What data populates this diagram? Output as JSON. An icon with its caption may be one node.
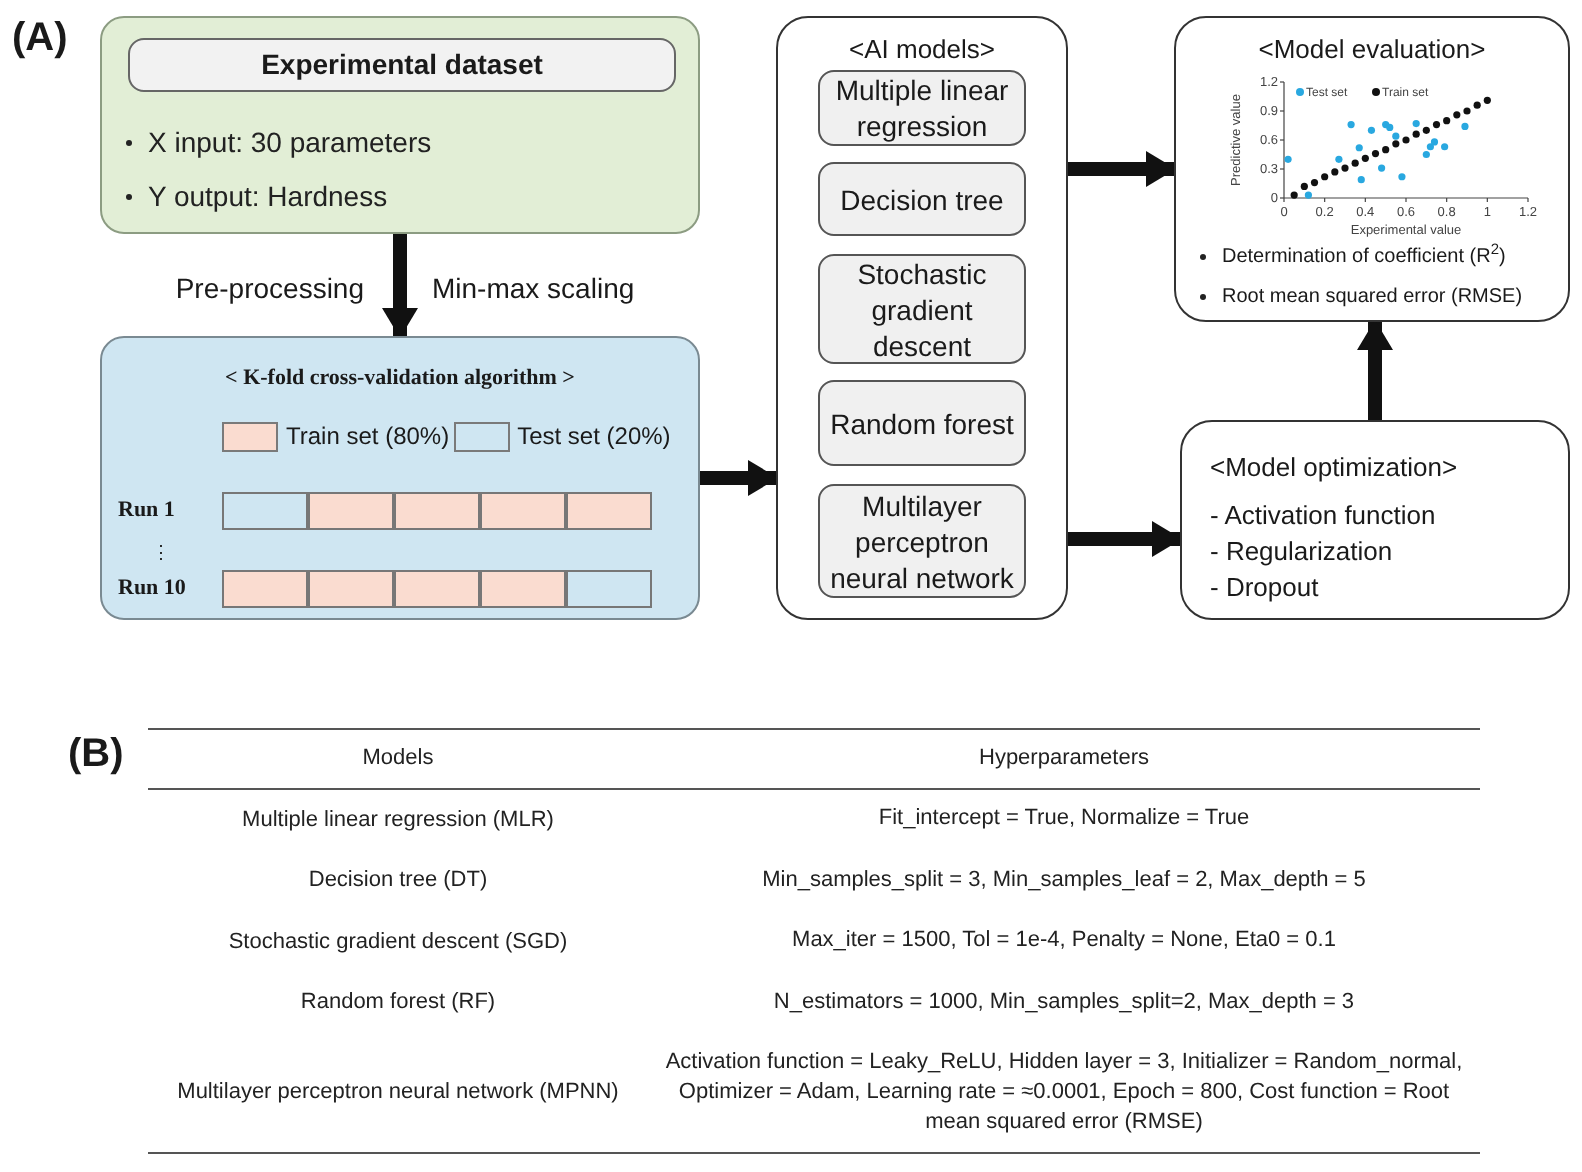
{
  "diagram": {
    "nodes": [
      {
        "text": [
          "X input: 30 parameters",
          "Y output: Hardness"
        ]
      },
      {
        "text": [
          "Experimental dataset"
        ],
        "in": 0
      },
      {
        "text": [
          "< K-fold cross-validation algorithm >"
        ]
      },
      {
        "text": [
          "<AI models>"
        ]
      },
      {
        "text": [
          "Multiple linear regression"
        ],
        "in": 3
      },
      {
        "text": [
          "Decision tree"
        ],
        "in": 3
      },
      {
        "text": [
          "Stochastic gradient descent"
        ],
        "in": 3
      },
      {
        "text": [
          "Random forest"
        ],
        "in": 3
      },
      {
        "text": [
          "Multilayer perceptron neural network"
        ],
        "in": 3
      },
      {
        "text": [
          "<Model evaluation>",
          "Determination of coefficient (R$^{2}$)",
          "Root mean squared error (RMSE)"
        ]
      },
      {
        "text": [
          "<Model optimization>",
          "- Activation function",
          "- Regularization",
          "- Dropout"
        ]
      }
    ],
    "edges": [
      {
        "from": 0,
        "to": 2,
        "arrow": "to",
        "label": "Pre-processing"
      },
      {
        "from": 2,
        "to": 3,
        "arrow": "to"
      },
      {
        "from": 3,
        "to": 9,
        "arrow": "to"
      },
      {
        "from": 8,
        "to": 10,
        "arrow": "to"
      },
      {
        "from": 10,
        "to": 9,
        "arrow": "to"
      }
    ],
    "labels": [
      "(A)",
      "Min-max scaling",
      "Run 1",
      "⋮",
      "Run 10",
      "(B)",
      "Models",
      "Hyperparameters",
      "Multiple linear regression (MLR)",
      "Fit_intercept = True, Normalize = True",
      "Decision tree (DT)",
      "Min_samples_split = 3, Min_samples_leaf = 2, Max_depth = 5",
      "Stochastic gradient descent (SGD)",
      "Max_iter = 1500, Tol = 1e-4, Penalty = None, Eta0 = 0.1",
      "Random forest (RF)",
      "N_estimators = 1000, Min_samples_split=2, Max_depth = 3",
      "Multilayer perceptron neural network (MPNN)",
      "Activation function = Leaky_ReLU, Hidden layer = 3, Initializer = Random_normal, Optimizer = Adam, Learning rate = ≈0.0001, Epoch = 800, Cost function = Root mean squared error (RMSE)"
    ],
    "legend": [
      {
        "text": "Train set (80%)",
        "color": "#fadcd0"
      },
      {
        "text": "Test set (20%)",
        "color": "#cfe6f2"
      }
    ],
    "chart_data": {
      "type": "scatter",
      "legend": "top",
      "xlabel": "Experimental value",
      "ylabel": "Predictive value",
      "xlim": [
        0,
        1.2
      ],
      "ylim": [
        0,
        1.2
      ],
      "xticks": [
        0,
        0.2,
        0.4,
        0.6,
        0.8,
        1,
        1.2
      ],
      "yticks": [
        0,
        0.3,
        0.6,
        0.9,
        1.2
      ],
      "x": [
        0.02,
        0.05,
        0.1,
        0.12,
        0.15,
        0.2,
        0.25,
        0.27,
        0.3,
        0.33,
        0.35,
        0.37,
        0.38,
        0.4,
        0.43,
        0.45,
        0.48,
        0.5,
        0.52,
        0.55,
        0.58,
        0.6,
        0.65,
        0.7,
        0.72,
        0.74,
        0.75,
        0.79,
        0.8,
        0.85,
        0.89,
        0.9,
        0.95,
        1
      ],
      "series": [
        {
          "name": "Test set",
          "color": "#29a8e0",
          "values": [
            0.4,
            null,
            null,
            0.03,
            null,
            null,
            null,
            0.4,
            null,
            0.76,
            null,
            0.52,
            0.19,
            null,
            0.7,
            null,
            0.31,
            0.76,
            0.73,
            0.64,
            0.22,
            null,
            0.77,
            0.45,
            0.53,
            0.58,
            null,
            0.53,
            null,
            null,
            0.74,
            null,
            null,
            null
          ]
        },
        {
          "name": "Train set",
          "color": "#111111",
          "values": [
            null,
            0.03,
            0.12,
            null,
            0.16,
            0.22,
            0.27,
            null,
            0.31,
            null,
            0.36,
            null,
            null,
            0.41,
            null,
            0.46,
            null,
            0.5,
            null,
            0.56,
            null,
            0.6,
            0.66,
            0.7,
            null,
            null,
            0.76,
            null,
            0.8,
            0.86,
            null,
            0.9,
            0.96,
            1.01
          ]
        }
      ]
    }
  }
}
